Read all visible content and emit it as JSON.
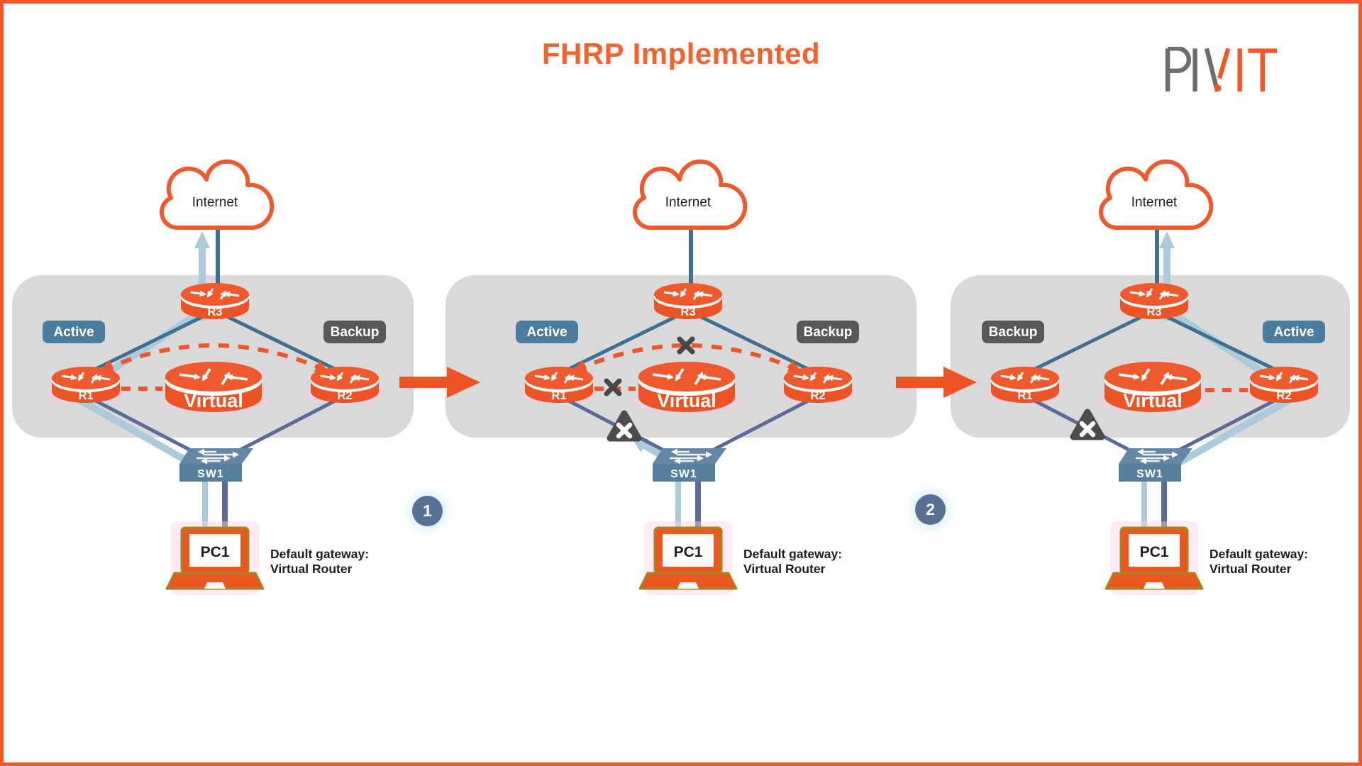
{
  "title": "FHRP Implemented",
  "logo": {
    "brand": "PIVIT"
  },
  "colors": {
    "brand_orange": "#ee5a2d",
    "router_orange": "#ec5426",
    "panel_gray": "#d9d9da",
    "badge_active": "#4a7c9e",
    "badge_backup": "#57585a",
    "link_dark_blue": "#3f7090",
    "link_slate": "#5a6b96",
    "traffic_light_blue": "#abcbdb",
    "step_circle_blue": "#587094",
    "failure_dark_gray": "#4c4c4f",
    "pink_glow": "#f8cfe5"
  },
  "steps": [
    {
      "label": "1"
    },
    {
      "label": "2"
    }
  ],
  "scenes": [
    {
      "internet": "Internet",
      "r3": "R3",
      "badge_left": "Active",
      "badge_right": "Backup",
      "r1": "R1",
      "virtual_router": "Virtual",
      "r2": "R2",
      "switch": "SW1",
      "pc": "PC1",
      "gateway_line1": "Default gateway:",
      "gateway_line2": "Virtual Router"
    },
    {
      "internet": "Internet",
      "r3": "R3",
      "badge_left": "Active",
      "badge_right": "Backup",
      "r1": "R1",
      "virtual_router": "Virtual",
      "r2": "R2",
      "switch": "SW1",
      "pc": "PC1",
      "gateway_line1": "Default gateway:",
      "gateway_line2": "Virtual Router"
    },
    {
      "internet": "Internet",
      "r3": "R3",
      "badge_left": "Backup",
      "badge_right": "Active",
      "r1": "R1",
      "virtual_router": "Virtual",
      "r2": "R2",
      "switch": "SW1",
      "pc": "PC1",
      "gateway_line1": "Default gateway:",
      "gateway_line2": "Virtual Router"
    }
  ]
}
